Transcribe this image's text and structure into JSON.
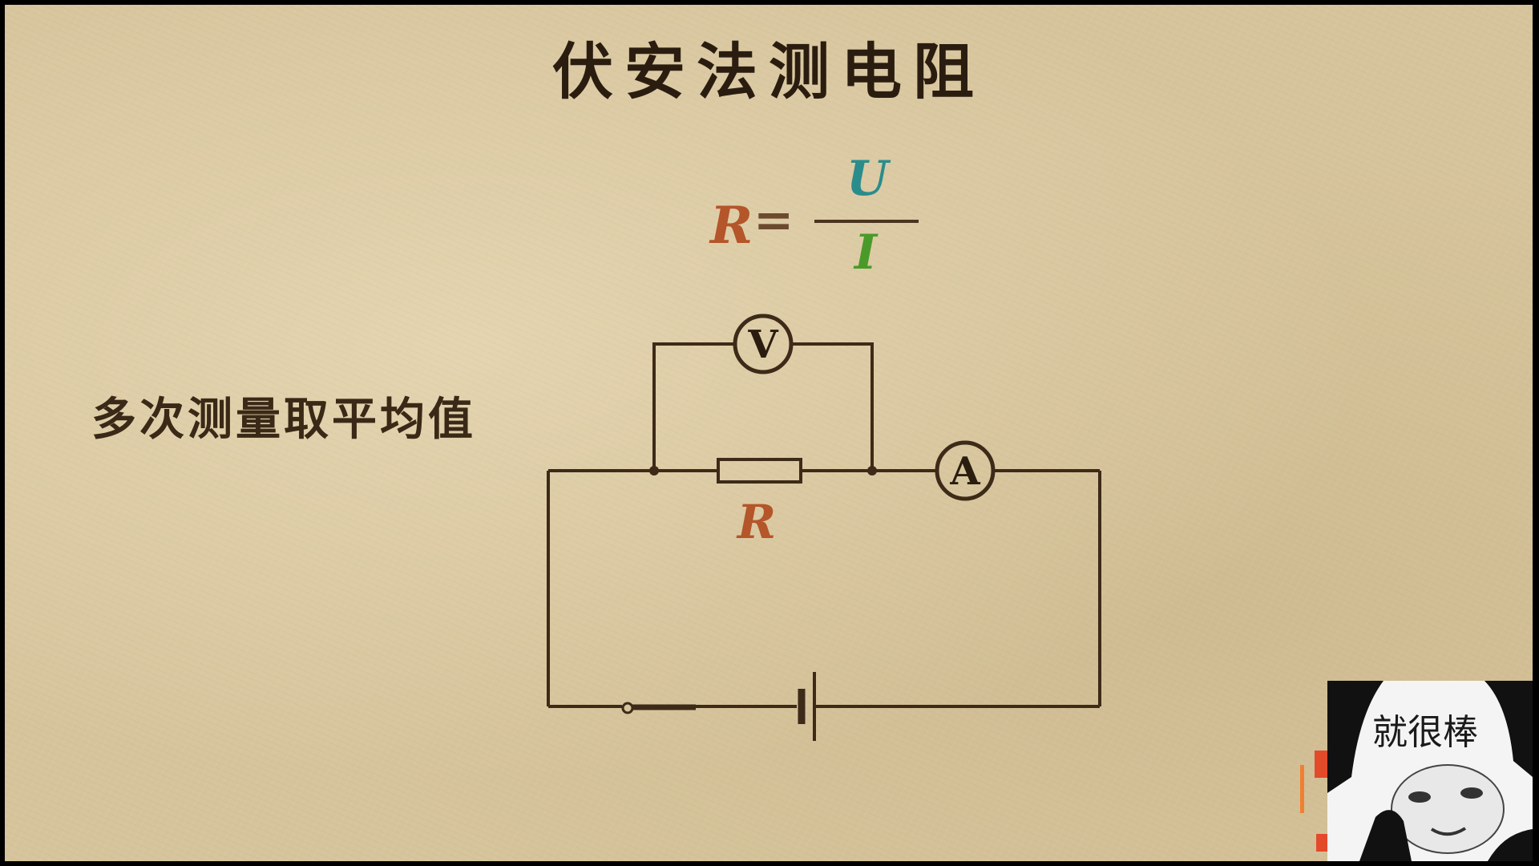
{
  "slide": {
    "title": "伏安法测电阻",
    "note": "多次测量取平均值",
    "formula": {
      "lhs": "R",
      "equals": "=",
      "numerator": "U",
      "denominator": "I",
      "colors": {
        "lhs": "#b4552a",
        "numerator": "#2b8c8c",
        "denominator": "#4a9a2a"
      }
    },
    "circuit": {
      "voltmeter_label": "V",
      "ammeter_label": "A",
      "resistor_label": "R",
      "wire_color": "#3d2a18"
    }
  },
  "sticker": {
    "caption": "就很棒"
  },
  "colors": {
    "background": "#d6c49c",
    "title": "#2a1d10"
  }
}
